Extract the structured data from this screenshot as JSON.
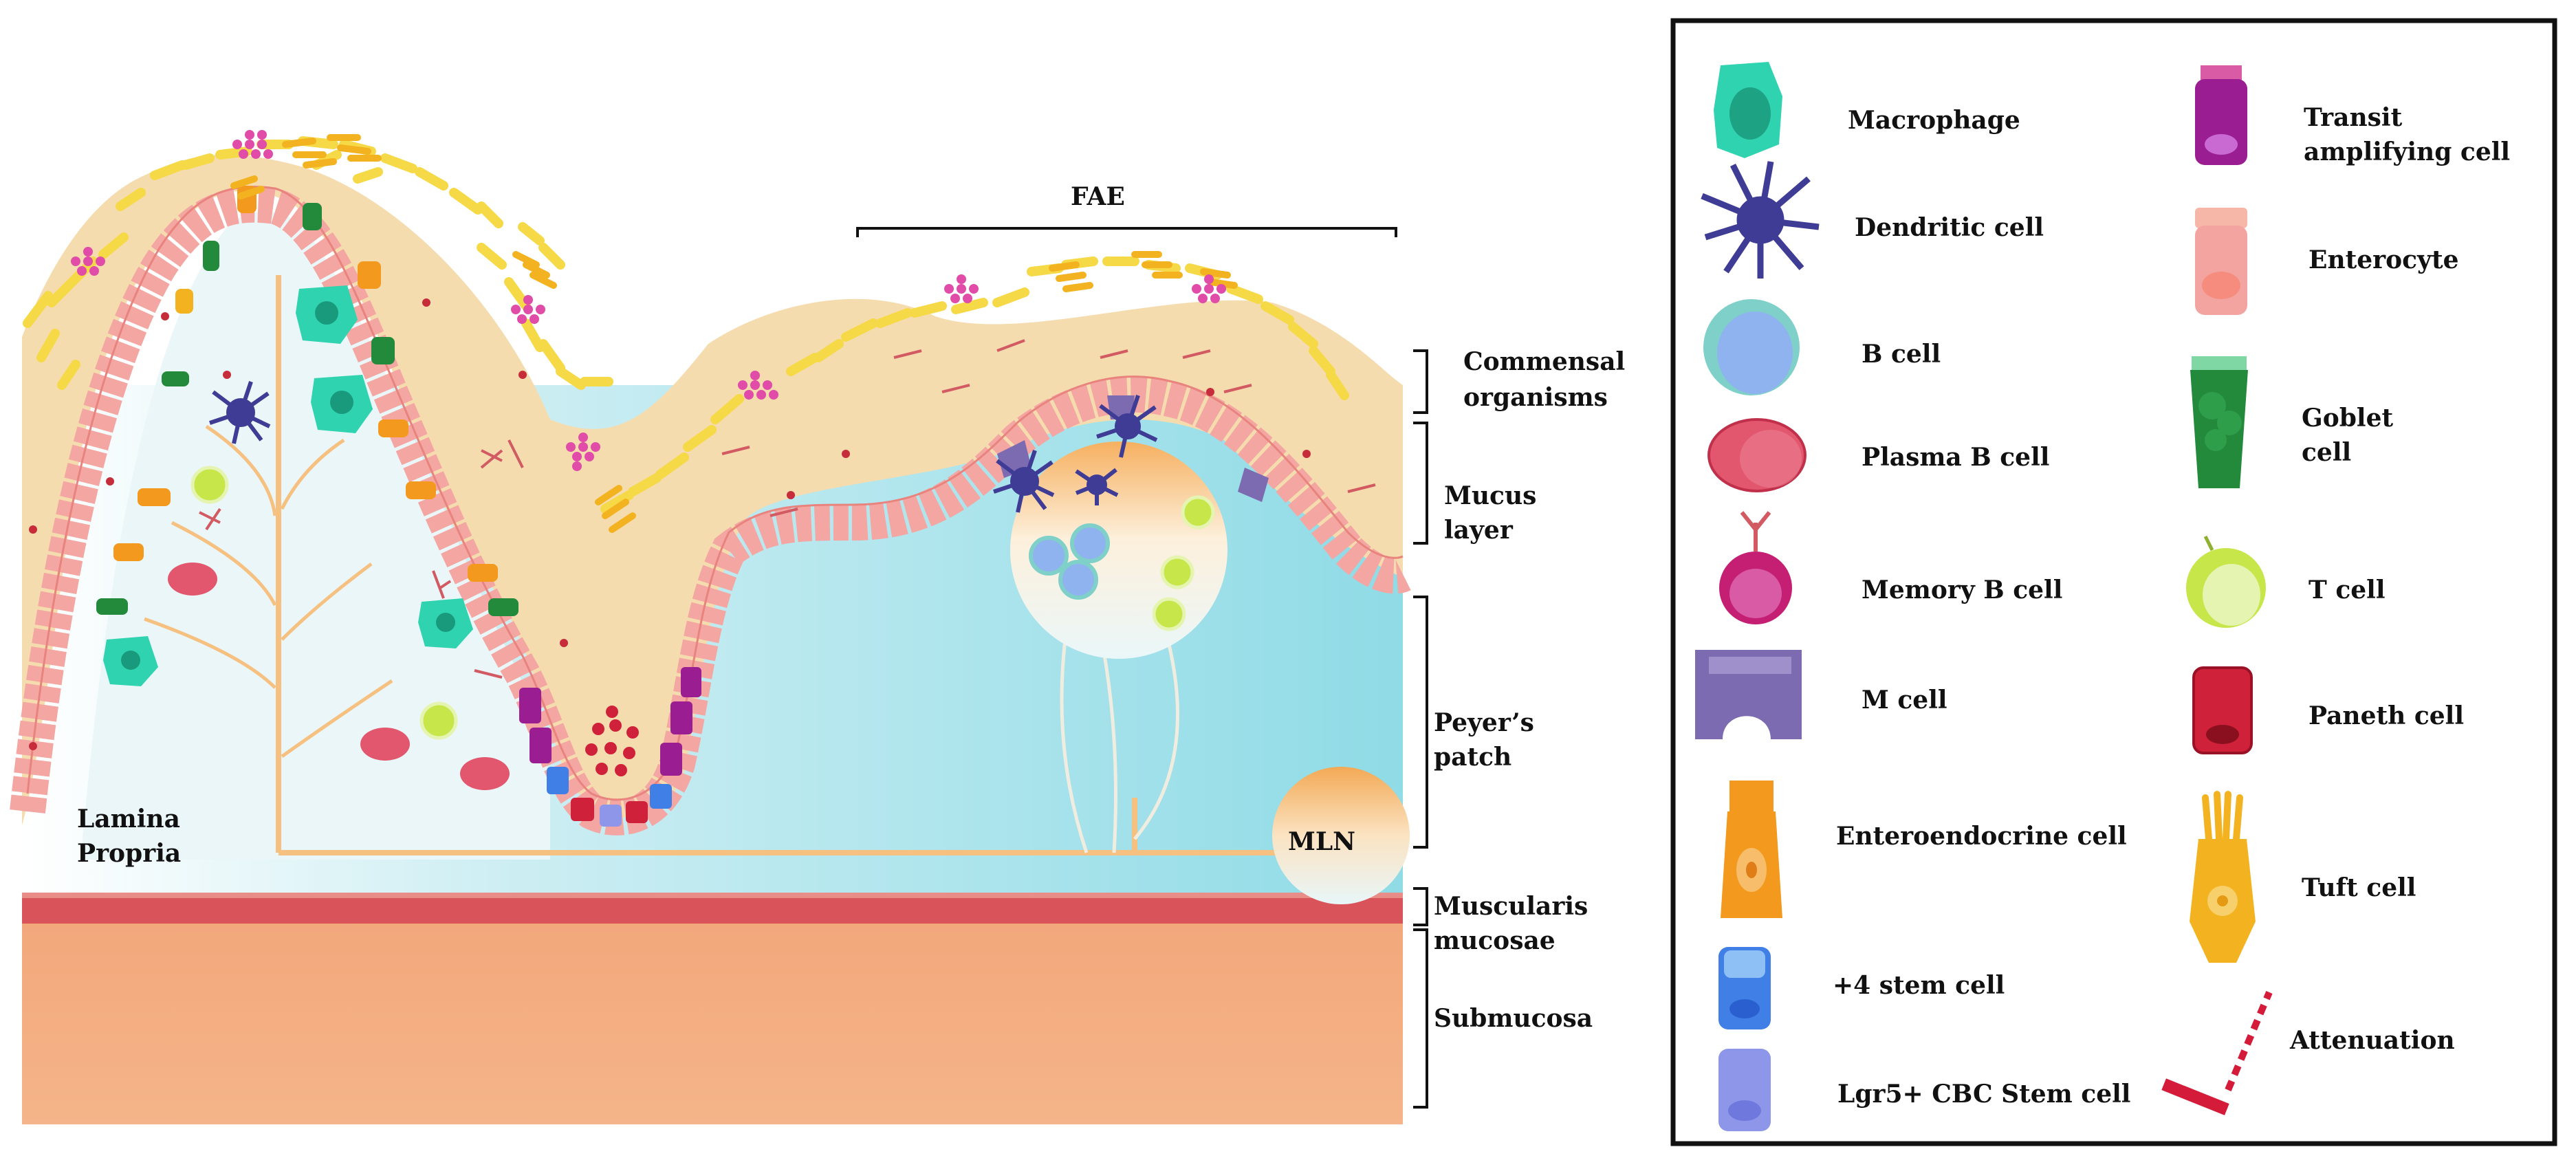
{
  "scene": {
    "fae_label": "FAE",
    "lamina_line1": "Lamina",
    "lamina_line2": "Propria",
    "mln_label": "MLN"
  },
  "layers": {
    "commensal_line1": "Commensal",
    "commensal_line2": "organisms",
    "mucus_line1": "Mucus",
    "mucus_line2": "layer",
    "peyers_line1": "Peyer’s",
    "peyers_line2": "patch",
    "muscularis_line1": "Muscularis",
    "muscularis_line2": "mucosae",
    "submucosa": "Submucosa"
  },
  "legend": {
    "macrophage": "Macrophage",
    "dendritic": "Dendritic cell",
    "bcell": "B cell",
    "plasma": "Plasma B cell",
    "memory": "Memory B cell",
    "mcell": "M cell",
    "enteroendocrine": "Enteroendocrine cell",
    "stem4": "+4 stem cell",
    "lgr5": "Lgr5+ CBC Stem cell",
    "transit_line1": "Transit",
    "transit_line2": "amplifying cell",
    "enterocyte": "Enterocyte",
    "goblet_line1": "Goblet",
    "goblet_line2": "cell",
    "tcell": "T cell",
    "paneth": "Paneth cell",
    "tuft": "Tuft cell",
    "attenuation": "Attenuation"
  },
  "colors": {
    "macrophage": "#2fd3b0",
    "dendritic": "#3f3c96",
    "bcell": "#8fb3ef",
    "plasma": "#e2566e",
    "memory": "#c51f74",
    "mcell": "#7d6bb2",
    "enteroendocrine": "#f39a1e",
    "stem4": "#3f7fe6",
    "lgr5": "#8e96ea",
    "transit": "#9a1d92",
    "enterocyte": "#f3a4a0",
    "goblet": "#238a3c",
    "tcell": "#c6e64a",
    "paneth": "#d0213a",
    "tuft": "#f3b321",
    "attenuation": "#d41c3a",
    "mucus": "#f5dcae",
    "submucosa": "#f2a87b",
    "muscularis": "#d9535a",
    "commensal": "#f6d947"
  }
}
